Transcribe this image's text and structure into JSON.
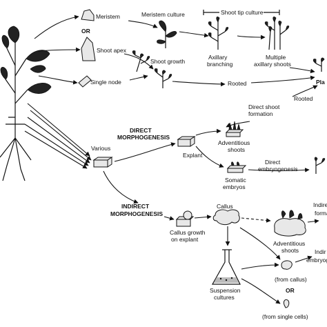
{
  "labels": {
    "meristem": "Meristem",
    "or_top": "OR",
    "shoot_apex": "Shoot apex",
    "meristem_culture": "Meristem culture",
    "shoot_tip_culture": "Shoot tip culture",
    "axillary_branching_1": "Axillary",
    "axillary_branching_2": "branching",
    "multiple_axillary_1": "Multiple",
    "multiple_axillary_2": "axillary shoots",
    "single_node": "Single node",
    "shoot_growth": "Shoot growth",
    "rooted_1": "Rooted",
    "plants_partial": "Pla",
    "rooted_2": "Rooted",
    "direct_shoot_1": "Direct shoot",
    "direct_shoot_2": "formation",
    "direct_morph_1": "DIRECT",
    "direct_morph_2": "MORPHOGENESIS",
    "various": "Various",
    "explant": "Explant",
    "adventitious_shoots_1": "Adventitious",
    "adventitious_shoots_2": "shoots",
    "somatic_1": "Somatic",
    "somatic_2": "embryos",
    "direct_embryo_1": "Direct",
    "direct_embryo_2": "embryogenesis",
    "indirect_morph_1": "INDIRECT",
    "indirect_morph_2": "MORPHOGENESIS",
    "callus": "Callus",
    "callus_growth_1": "Callus growth",
    "callus_growth_2": "on explant",
    "adv_shoots_b_1": "Adventitious",
    "adv_shoots_b_2": "shoots",
    "indirect_form_1": "Indirect",
    "indirect_form_2": "forma",
    "indirect_emb_1": "Indir",
    "indirect_emb_2": "embryoge",
    "suspension_1": "Suspension",
    "suspension_2": "cultures",
    "from_callus": "(from callus)",
    "or_bottom": "OR",
    "from_single_cells": "(from single cells)"
  }
}
